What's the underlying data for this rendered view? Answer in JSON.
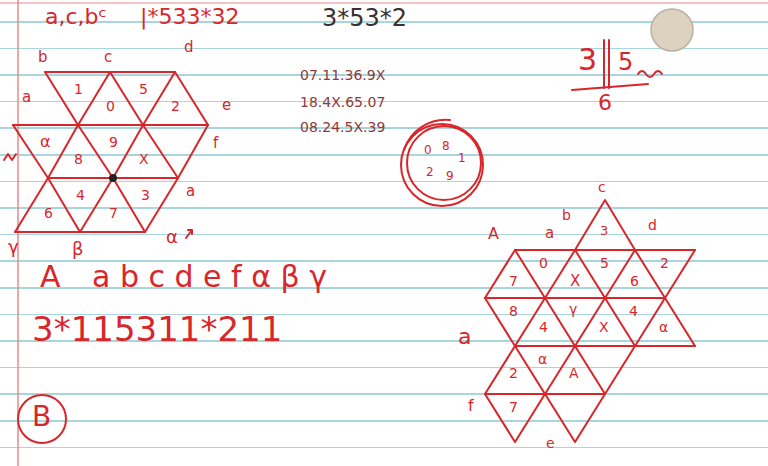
{
  "diagram": {
    "labels": [
      "a,c,bᶜ",
      "|*533*32",
      "3*53*2",
      "b",
      "c",
      "d",
      "e",
      "a",
      "1",
      "0",
      "5",
      "2",
      "8",
      "9",
      "X",
      "f",
      "α",
      "4",
      "6",
      "7",
      "3",
      "a",
      "γ",
      "β",
      "α",
      "07.11.36.9X",
      "18.4X.65.07",
      "08.24.5X.39",
      "3",
      "5",
      "6",
      "0",
      "8",
      "1",
      "2",
      "9",
      "A",
      "a b c d e f α β γ",
      "3*115311*211",
      "B",
      "c",
      "b",
      "d",
      "3",
      "A",
      "a",
      "0",
      "7",
      "X",
      "5",
      "6",
      "2",
      "8",
      "4",
      "γ",
      "X",
      "4",
      "α",
      "a",
      "α",
      "2",
      "A",
      "7",
      "f",
      "e"
    ]
  }
}
